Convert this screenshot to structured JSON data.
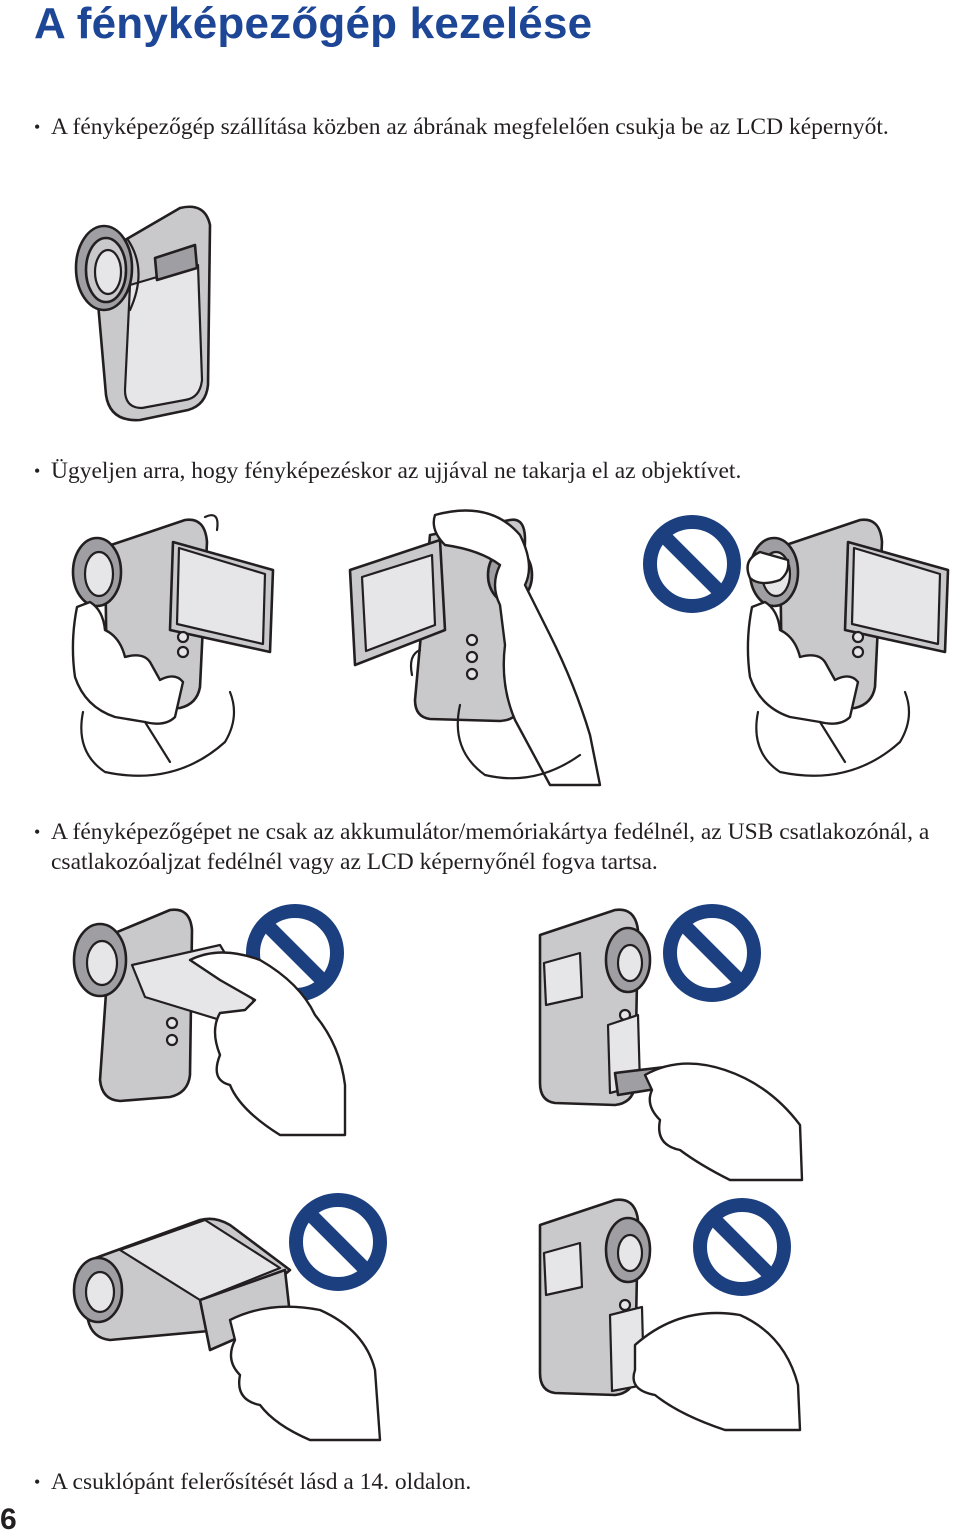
{
  "page": {
    "title": "A fényképezőgép kezelése",
    "page_number": "6"
  },
  "bullets": [
    {
      "marker": "•",
      "text": "A fényképezőgép szállítása közben az ábrának megfelelően csukja be az LCD képernyőt."
    },
    {
      "marker": "•",
      "text": "Ügyeljen arra, hogy fényképezéskor az ujjával ne takarja el az objektívet."
    },
    {
      "marker": "•",
      "text": "A fényképezőgépet ne csak az akkumulátor/memóriakártya fedélnél, az USB csatlakozónál, a csatlakozóaljzat fedélnél vagy az LCD képernyőnél fogva tartsa."
    },
    {
      "marker": "•",
      "text": "A csuklópánt felerősítését lásd a 14. oldalon."
    }
  ],
  "colors": {
    "title": "#1d4696",
    "prohibition_sign": "#1c3f7f"
  },
  "icons": {
    "prohibition": "prohibition-sign-icon"
  }
}
